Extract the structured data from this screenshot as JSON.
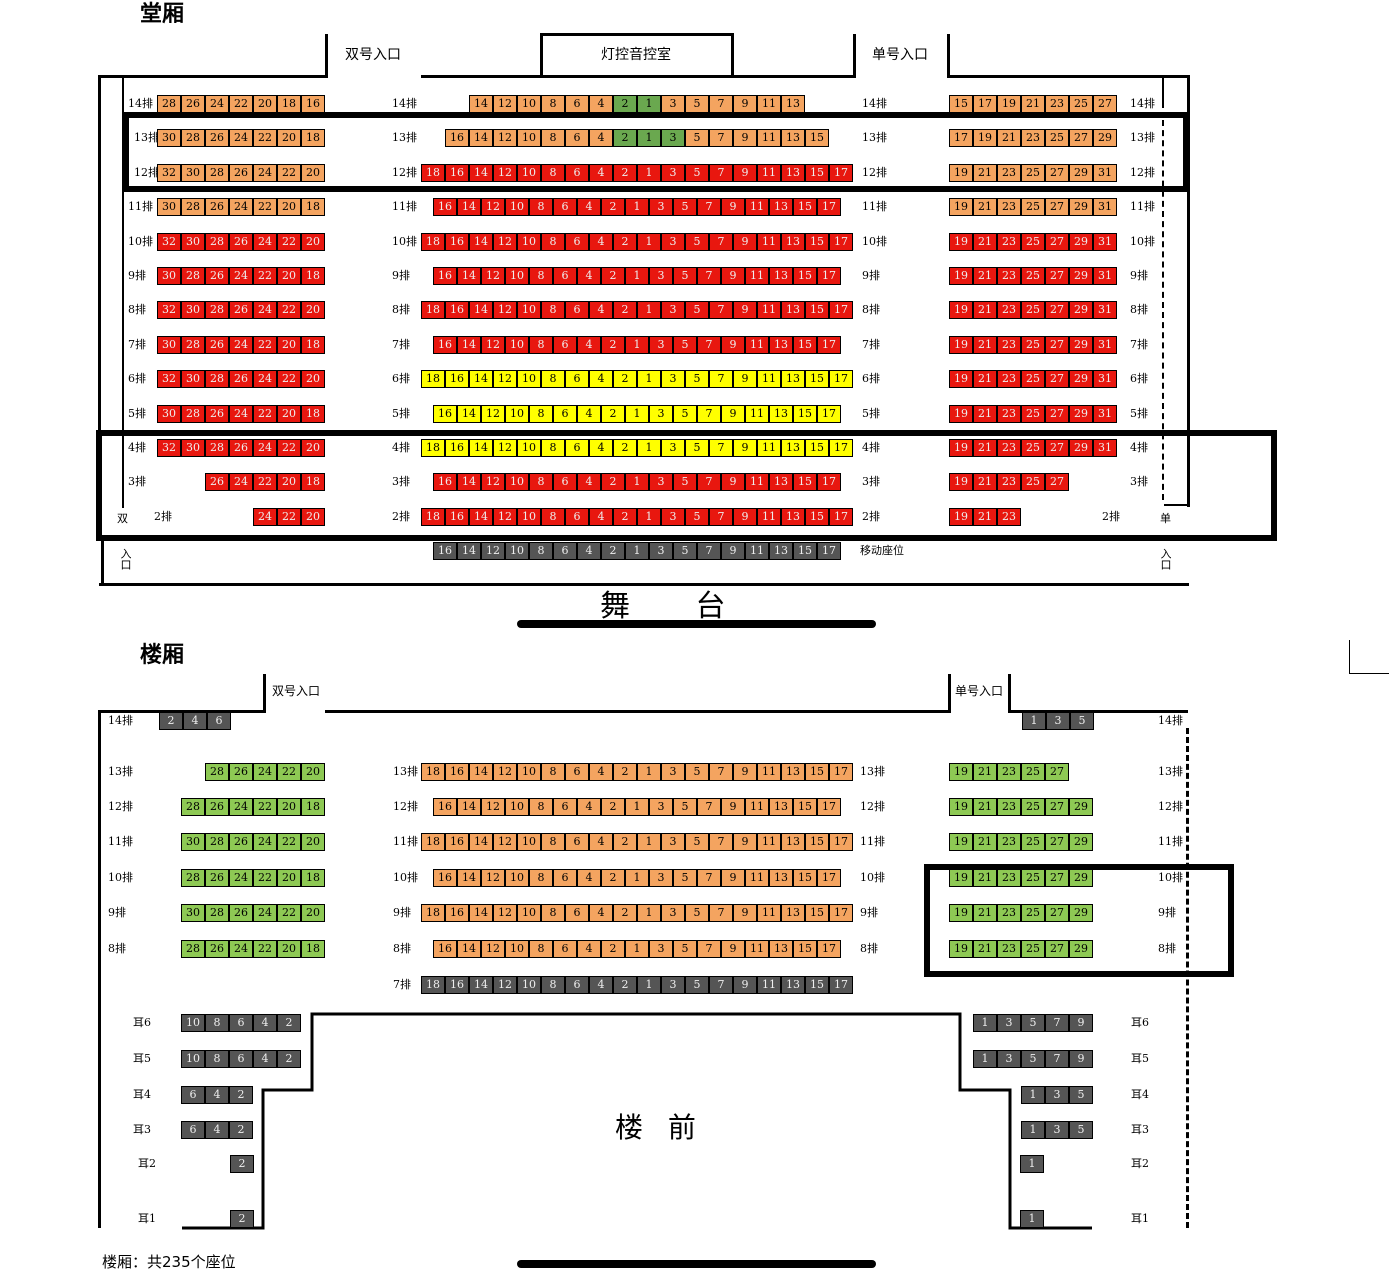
{
  "colors": {
    "orange": "#f4a460",
    "red": "#e8170f",
    "yellow": "#ffff00",
    "green": "#8ec954",
    "dgreen": "#6aa84f",
    "gray": "#555555",
    "stroke": "#000000"
  },
  "hall": {
    "title": "堂厢",
    "even_entry": "双号入口",
    "control_room": "灯控音控室",
    "odd_entry": "单号入口",
    "stage": "舞 台",
    "side_even": "双",
    "side_even_entry": "入口",
    "side_odd": "单",
    "side_odd_entry": "入口",
    "mobile": "移动座位"
  },
  "balcony": {
    "title": "楼厢",
    "even_entry": "双号入口",
    "odd_entry": "单号入口",
    "front": "楼 前",
    "note": "楼厢：共235个座位"
  },
  "hall_rows": [
    {
      "label": "14排",
      "left": {
        "seats": [
          "28",
          "26",
          "24",
          "22",
          "20",
          "18",
          "16"
        ],
        "color": "orange"
      },
      "center": {
        "start": "14",
        "seats": [
          "14",
          "12",
          "10",
          "8",
          "6",
          "4",
          "2",
          "1",
          "3",
          "5",
          "7",
          "9",
          "11",
          "13"
        ],
        "colors": {
          "2": "dgreen",
          "1": "dgreen"
        },
        "color": "orange"
      },
      "right": {
        "seats": [
          "15",
          "17",
          "19",
          "21",
          "23",
          "25",
          "27"
        ],
        "color": "orange"
      }
    },
    {
      "label": "13排",
      "left": {
        "seats": [
          "30",
          "28",
          "26",
          "24",
          "22",
          "20",
          "18"
        ],
        "color": "orange"
      },
      "center": {
        "seats": [
          "16",
          "14",
          "12",
          "10",
          "8",
          "6",
          "4",
          "2",
          "1",
          "3",
          "5",
          "7",
          "9",
          "11",
          "13",
          "15"
        ],
        "colors": {
          "2": "dgreen",
          "1": "dgreen",
          "3": "dgreen"
        },
        "color": "orange"
      },
      "right": {
        "seats": [
          "17",
          "19",
          "21",
          "23",
          "25",
          "27",
          "29"
        ],
        "color": "orange"
      }
    },
    {
      "label": "12排",
      "left": {
        "seats": [
          "32",
          "30",
          "28",
          "26",
          "24",
          "22",
          "20"
        ],
        "color": "orange"
      },
      "center": {
        "seats": [
          "18",
          "16",
          "14",
          "12",
          "10",
          "8",
          "6",
          "4",
          "2",
          "1",
          "3",
          "5",
          "7",
          "9",
          "11",
          "13",
          "15",
          "17"
        ],
        "color": "red"
      },
      "right": {
        "seats": [
          "19",
          "21",
          "23",
          "25",
          "27",
          "29",
          "31"
        ],
        "color": "orange"
      }
    },
    {
      "label": "11排",
      "left": {
        "seats": [
          "30",
          "28",
          "26",
          "24",
          "22",
          "20",
          "18"
        ],
        "color": "orange"
      },
      "center": {
        "seats": [
          "16",
          "14",
          "12",
          "10",
          "8",
          "6",
          "4",
          "2",
          "1",
          "3",
          "5",
          "7",
          "9",
          "11",
          "13",
          "15",
          "17"
        ],
        "color": "red"
      },
      "right": {
        "seats": [
          "19",
          "21",
          "23",
          "25",
          "27",
          "29",
          "31"
        ],
        "color": "orange"
      }
    },
    {
      "label": "10排",
      "left": {
        "seats": [
          "32",
          "30",
          "28",
          "26",
          "24",
          "22",
          "20"
        ],
        "color": "red"
      },
      "center": {
        "seats": [
          "18",
          "16",
          "14",
          "12",
          "10",
          "8",
          "6",
          "4",
          "2",
          "1",
          "3",
          "5",
          "7",
          "9",
          "11",
          "13",
          "15",
          "17"
        ],
        "color": "red"
      },
      "right": {
        "seats": [
          "19",
          "21",
          "23",
          "25",
          "27",
          "29",
          "31"
        ],
        "color": "red"
      }
    },
    {
      "label": "9排",
      "left": {
        "seats": [
          "30",
          "28",
          "26",
          "24",
          "22",
          "20",
          "18"
        ],
        "color": "red"
      },
      "center": {
        "seats": [
          "16",
          "14",
          "12",
          "10",
          "8",
          "6",
          "4",
          "2",
          "1",
          "3",
          "5",
          "7",
          "9",
          "11",
          "13",
          "15",
          "17"
        ],
        "color": "red"
      },
      "right": {
        "seats": [
          "19",
          "21",
          "23",
          "25",
          "27",
          "29",
          "31"
        ],
        "color": "red"
      }
    },
    {
      "label": "8排",
      "left": {
        "seats": [
          "32",
          "30",
          "28",
          "26",
          "24",
          "22",
          "20"
        ],
        "color": "red"
      },
      "center": {
        "seats": [
          "18",
          "16",
          "14",
          "12",
          "10",
          "8",
          "6",
          "4",
          "2",
          "1",
          "3",
          "5",
          "7",
          "9",
          "11",
          "13",
          "15",
          "17"
        ],
        "color": "red"
      },
      "right": {
        "seats": [
          "19",
          "21",
          "23",
          "25",
          "27",
          "29",
          "31"
        ],
        "color": "red"
      }
    },
    {
      "label": "7排",
      "left": {
        "seats": [
          "30",
          "28",
          "26",
          "24",
          "22",
          "20",
          "18"
        ],
        "color": "red"
      },
      "center": {
        "seats": [
          "16",
          "14",
          "12",
          "10",
          "8",
          "6",
          "4",
          "2",
          "1",
          "3",
          "5",
          "7",
          "9",
          "11",
          "13",
          "15",
          "17"
        ],
        "color": "red"
      },
      "right": {
        "seats": [
          "19",
          "21",
          "23",
          "25",
          "27",
          "29",
          "31"
        ],
        "color": "red"
      }
    },
    {
      "label": "6排",
      "left": {
        "seats": [
          "32",
          "30",
          "28",
          "26",
          "24",
          "22",
          "20"
        ],
        "color": "red"
      },
      "center": {
        "seats": [
          "18",
          "16",
          "14",
          "12",
          "10",
          "8",
          "6",
          "4",
          "2",
          "1",
          "3",
          "5",
          "7",
          "9",
          "11",
          "13",
          "15",
          "17"
        ],
        "color": "yellow"
      },
      "right": {
        "seats": [
          "19",
          "21",
          "23",
          "25",
          "27",
          "29",
          "31"
        ],
        "color": "red"
      }
    },
    {
      "label": "5排",
      "left": {
        "seats": [
          "30",
          "28",
          "26",
          "24",
          "22",
          "20",
          "18"
        ],
        "color": "red"
      },
      "center": {
        "seats": [
          "16",
          "14",
          "12",
          "10",
          "8",
          "6",
          "4",
          "2",
          "1",
          "3",
          "5",
          "7",
          "9",
          "11",
          "13",
          "15",
          "17"
        ],
        "color": "yellow"
      },
      "right": {
        "seats": [
          "19",
          "21",
          "23",
          "25",
          "27",
          "29",
          "31"
        ],
        "color": "red"
      }
    },
    {
      "label": "4排",
      "left": {
        "seats": [
          "32",
          "30",
          "28",
          "26",
          "24",
          "22",
          "20"
        ],
        "color": "red"
      },
      "center": {
        "seats": [
          "18",
          "16",
          "14",
          "12",
          "10",
          "8",
          "6",
          "4",
          "2",
          "1",
          "3",
          "5",
          "7",
          "9",
          "11",
          "13",
          "15",
          "17"
        ],
        "color": "yellow"
      },
      "right": {
        "seats": [
          "19",
          "21",
          "23",
          "25",
          "27",
          "29",
          "31"
        ],
        "color": "red"
      }
    },
    {
      "label": "3排",
      "left": {
        "seats": [
          "26",
          "24",
          "22",
          "20",
          "18"
        ],
        "color": "red"
      },
      "center": {
        "seats": [
          "16",
          "14",
          "12",
          "10",
          "8",
          "6",
          "4",
          "2",
          "1",
          "3",
          "5",
          "7",
          "9",
          "11",
          "13",
          "15",
          "17"
        ],
        "color": "red"
      },
      "right": {
        "seats": [
          "19",
          "21",
          "23",
          "25",
          "27"
        ],
        "color": "red"
      }
    },
    {
      "label": "2排",
      "left": {
        "seats": [
          "24",
          "22",
          "20"
        ],
        "color": "red"
      },
      "center": {
        "seats": [
          "18",
          "16",
          "14",
          "12",
          "10",
          "8",
          "6",
          "4",
          "2",
          "1",
          "3",
          "5",
          "7",
          "9",
          "11",
          "13",
          "15",
          "17"
        ],
        "color": "red"
      },
      "right": {
        "seats": [
          "19",
          "21",
          "23"
        ],
        "color": "red"
      }
    },
    {
      "label": "移动座位",
      "center": {
        "seats": [
          "16",
          "14",
          "12",
          "10",
          "8",
          "6",
          "4",
          "2",
          "1",
          "3",
          "5",
          "7",
          "9",
          "11",
          "13",
          "15",
          "17"
        ],
        "color": "gray"
      }
    }
  ],
  "balcony_rows": [
    {
      "label": "14排",
      "left": {
        "seats": [
          "2",
          "4",
          "6"
        ],
        "color": "gray"
      },
      "right": {
        "seats": [
          "1",
          "3",
          "5"
        ],
        "color": "gray"
      }
    },
    {
      "label": "13排",
      "left": {
        "seats": [
          "28",
          "26",
          "24",
          "22",
          "20"
        ],
        "color": "green"
      },
      "center": {
        "seats": [
          "18",
          "16",
          "14",
          "12",
          "10",
          "8",
          "6",
          "4",
          "2",
          "1",
          "3",
          "5",
          "7",
          "9",
          "11",
          "13",
          "15",
          "17"
        ],
        "color": "orange"
      },
      "right": {
        "seats": [
          "19",
          "21",
          "23",
          "25",
          "27"
        ],
        "color": "green"
      }
    },
    {
      "label": "12排",
      "left": {
        "seats": [
          "28",
          "26",
          "24",
          "22",
          "20",
          "18"
        ],
        "color": "green"
      },
      "center": {
        "seats": [
          "16",
          "14",
          "12",
          "10",
          "8",
          "6",
          "4",
          "2",
          "1",
          "3",
          "5",
          "7",
          "9",
          "11",
          "13",
          "15",
          "17"
        ],
        "color": "orange"
      },
      "right": {
        "seats": [
          "19",
          "21",
          "23",
          "25",
          "27",
          "29"
        ],
        "color": "green"
      }
    },
    {
      "label": "11排",
      "left": {
        "seats": [
          "30",
          "28",
          "26",
          "24",
          "22",
          "20"
        ],
        "color": "green"
      },
      "center": {
        "seats": [
          "18",
          "16",
          "14",
          "12",
          "10",
          "8",
          "6",
          "4",
          "2",
          "1",
          "3",
          "5",
          "7",
          "9",
          "11",
          "13",
          "15",
          "17"
        ],
        "color": "orange"
      },
      "right": {
        "seats": [
          "19",
          "21",
          "23",
          "25",
          "27",
          "29"
        ],
        "color": "green"
      }
    },
    {
      "label": "10排",
      "left": {
        "seats": [
          "28",
          "26",
          "24",
          "22",
          "20",
          "18"
        ],
        "color": "green"
      },
      "center": {
        "seats": [
          "16",
          "14",
          "12",
          "10",
          "8",
          "6",
          "4",
          "2",
          "1",
          "3",
          "5",
          "7",
          "9",
          "11",
          "13",
          "15",
          "17"
        ],
        "color": "orange"
      },
      "right": {
        "seats": [
          "19",
          "21",
          "23",
          "25",
          "27",
          "29"
        ],
        "color": "green"
      }
    },
    {
      "label": "9排",
      "left": {
        "seats": [
          "30",
          "28",
          "26",
          "24",
          "22",
          "20"
        ],
        "color": "green"
      },
      "center": {
        "seats": [
          "18",
          "16",
          "14",
          "12",
          "10",
          "8",
          "6",
          "4",
          "2",
          "1",
          "3",
          "5",
          "7",
          "9",
          "11",
          "13",
          "15",
          "17"
        ],
        "color": "orange"
      },
      "right": {
        "seats": [
          "19",
          "21",
          "23",
          "25",
          "27",
          "29"
        ],
        "color": "green"
      }
    },
    {
      "label": "8排",
      "left": {
        "seats": [
          "28",
          "26",
          "24",
          "22",
          "20",
          "18"
        ],
        "color": "green"
      },
      "center": {
        "seats": [
          "16",
          "14",
          "12",
          "10",
          "8",
          "6",
          "4",
          "2",
          "1",
          "3",
          "5",
          "7",
          "9",
          "11",
          "13",
          "15",
          "17"
        ],
        "color": "orange"
      },
      "right": {
        "seats": [
          "19",
          "21",
          "23",
          "25",
          "27",
          "29"
        ],
        "color": "green"
      }
    },
    {
      "label": "7排",
      "center": {
        "seats": [
          "18",
          "16",
          "14",
          "12",
          "10",
          "8",
          "6",
          "4",
          "2",
          "1",
          "3",
          "5",
          "7",
          "9",
          "11",
          "13",
          "15",
          "17"
        ],
        "color": "gray"
      }
    }
  ],
  "ear_rows": [
    {
      "label": "耳6",
      "left": [
        "10",
        "8",
        "6",
        "4",
        "2"
      ],
      "right": [
        "1",
        "3",
        "5",
        "7",
        "9"
      ]
    },
    {
      "label": "耳5",
      "left": [
        "10",
        "8",
        "6",
        "4",
        "2"
      ],
      "right": [
        "1",
        "3",
        "5",
        "7",
        "9"
      ]
    },
    {
      "label": "耳4",
      "left": [
        "6",
        "4",
        "2"
      ],
      "right": [
        "1",
        "3",
        "5"
      ]
    },
    {
      "label": "耳3",
      "left": [
        "6",
        "4",
        "2"
      ],
      "right": [
        "1",
        "3",
        "5"
      ]
    },
    {
      "label": "耳2",
      "left": [
        "2"
      ],
      "right": [
        "1"
      ]
    },
    {
      "label": "耳1",
      "left": [
        "2"
      ],
      "right": [
        "1"
      ]
    }
  ]
}
